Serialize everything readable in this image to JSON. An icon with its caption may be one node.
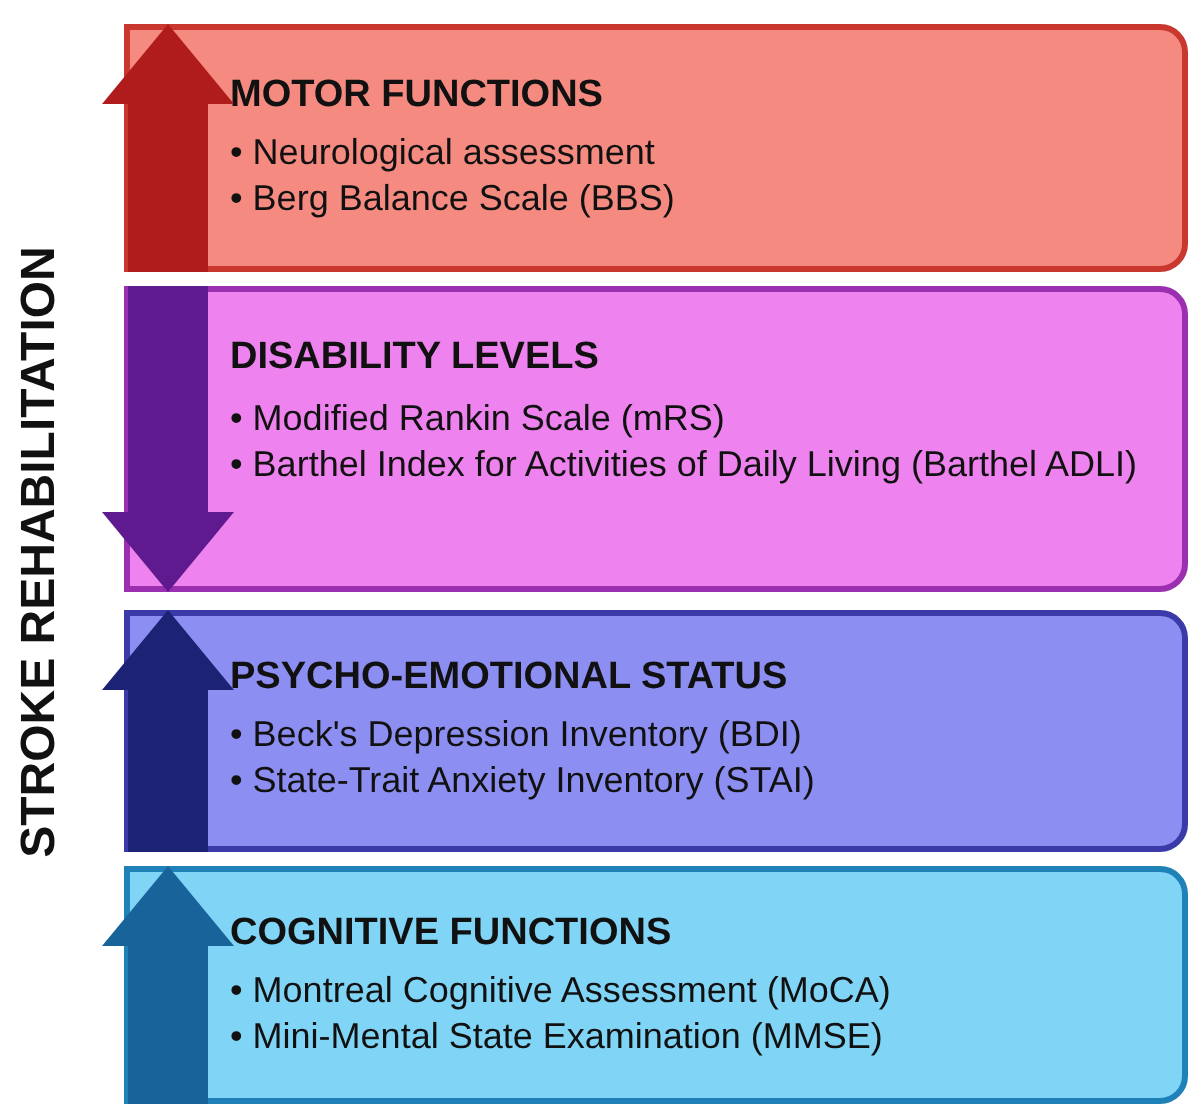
{
  "diagram": {
    "nodes": [
      {
        "text": [
          "MOTOR FUNCTIONS",
          "• Neurological assessment",
          "• Berg Balance Scale (BBS)"
        ]
      },
      {
        "text": [
          "DISABILITY LEVELS",
          "• Modified Rankin Scale (mRS)",
          "• Barthel Index for Activities of Daily Living (Barthel ADLI)"
        ]
      },
      {
        "text": [
          "PSYCHO-EMOTIONAL STATUS",
          "• Beck's Depression Inventory (BDI)",
          "• State-Trait Anxiety Inventory (STAI)"
        ]
      },
      {
        "text": [
          "COGNITIVE FUNCTIONS",
          "• Montreal Cognitive Assessment (MoCA)",
          "• Mini-Mental State Examination (MMSE)"
        ]
      }
    ],
    "labels": [
      "STROKE REHABILITATION"
    ]
  }
}
